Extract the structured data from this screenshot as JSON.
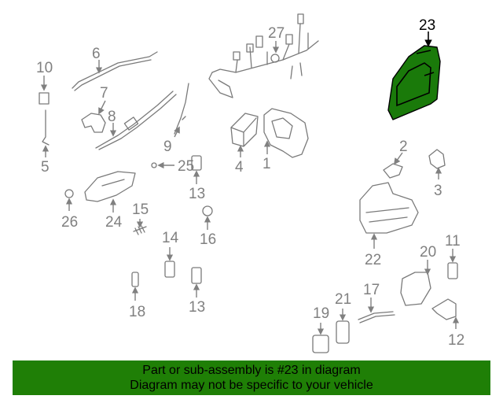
{
  "diagram": {
    "callouts": {
      "c1": "1",
      "c2": "2",
      "c3": "3",
      "c4": "4",
      "c5": "5",
      "c6": "6",
      "c7": "7",
      "c8": "8",
      "c9": "9",
      "c10": "10",
      "c11": "11",
      "c12": "12",
      "c13a": "13",
      "c13b": "13",
      "c14": "14",
      "c15": "15",
      "c16": "16",
      "c17": "17",
      "c18": "18",
      "c19": "19",
      "c20": "20",
      "c21": "21",
      "c22": "22",
      "c23": "23",
      "c24": "24",
      "c25": "25",
      "c26": "26",
      "c27": "27"
    },
    "highlighted_part": "23",
    "highlight_color": "#1f7f06"
  },
  "banner": {
    "line1": "Part or sub-assembly is #23 in diagram",
    "line2": "Diagram may not be specific to your vehicle"
  }
}
